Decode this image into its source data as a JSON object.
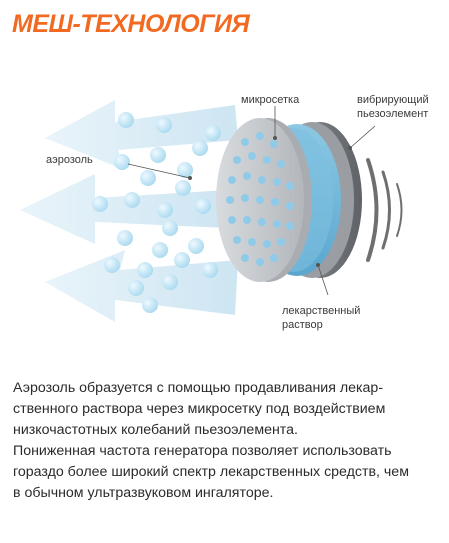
{
  "title": "МЕШ-ТЕХНОЛОГИЯ",
  "labels": {
    "aerosol": "аэрозоль",
    "mesh": "микросетка",
    "piezo_line1": "вибрирующий",
    "piezo_line2": "пьезоэлемент",
    "solution_line1": "лекарственный",
    "solution_line2": "раствор"
  },
  "description": {
    "lines": [
      "Аэрозоль образуется с помощью продавливания лекар-",
      "ственного раствора через микросетку под воздействием",
      "низкочастотных колебаний пьезоэлемента.",
      "Пониженная частота генератора позволяет использовать",
      "гораздо более широкий спектр лекарственных средств, чем",
      "в обычном ультразвуковом ингаляторе."
    ]
  },
  "colors": {
    "title": "#f26a21",
    "arrow": "#cfe6f3",
    "droplet": "#bfe4f5",
    "mesh": "#c8ccd0",
    "piezo": "#777b80",
    "solution": "#6fb6d8"
  }
}
